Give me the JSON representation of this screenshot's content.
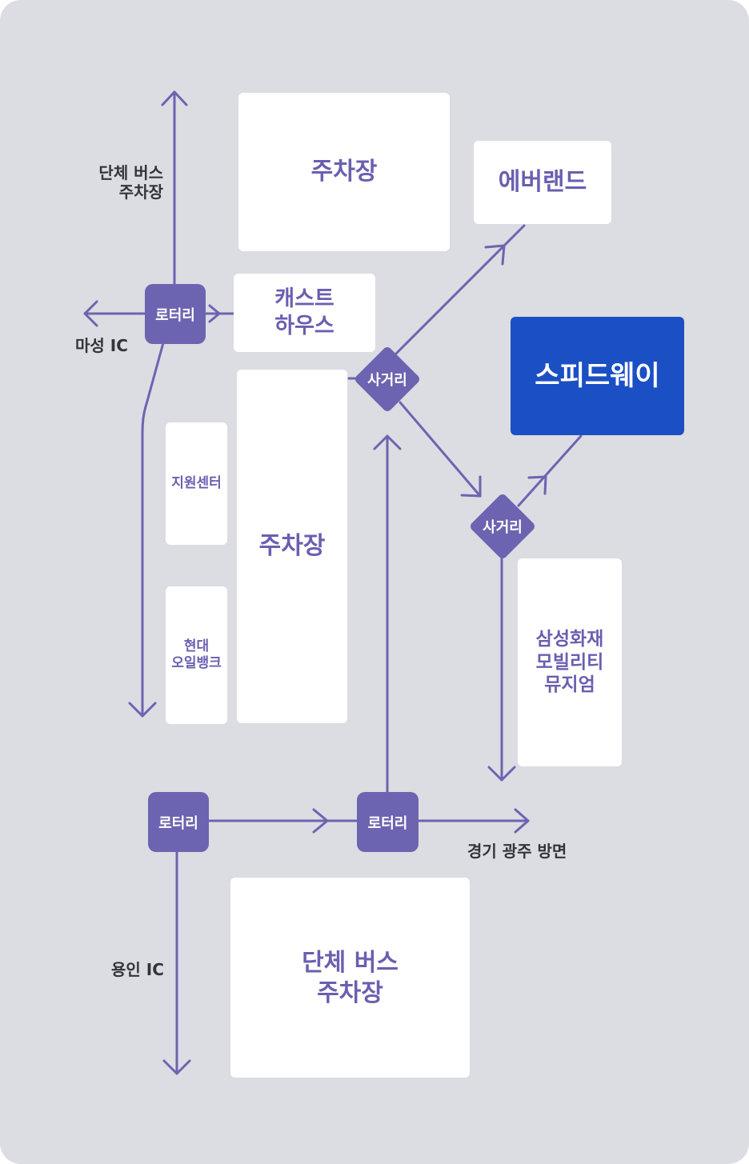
{
  "colors": {
    "background": "#dcdce3",
    "road": "#6c64b0",
    "node": "#6c64b0",
    "building_text": "#6a5fb0",
    "highlight": "#1b4fc4",
    "label_text": "#333339"
  },
  "buildings": {
    "parking_top": "주차장",
    "everland": "에버랜드",
    "cast_house": "캐스트\n하우스",
    "speedway": "스피드웨이",
    "support_center": "지원센터",
    "parking_middle": "주차장",
    "hyundai_oilbank": "현대\n오일뱅크",
    "samsung_museum": "삼성화재\n모빌리티\n뮤지엄",
    "group_bus_parking": "단체 버스\n주차장"
  },
  "nodes": {
    "rotary_top": "로터리",
    "rotary_bottom_left": "로터리",
    "rotary_bottom_middle": "로터리",
    "crossroad_upper": "사거리",
    "crossroad_lower": "사거리"
  },
  "labels": {
    "group_bus_parking_north": "단체 버스\n주차장",
    "maseong_ic": "마성 IC",
    "gwangju_direction": "경기 광주 방면",
    "yongin_ic": "용인 IC"
  }
}
